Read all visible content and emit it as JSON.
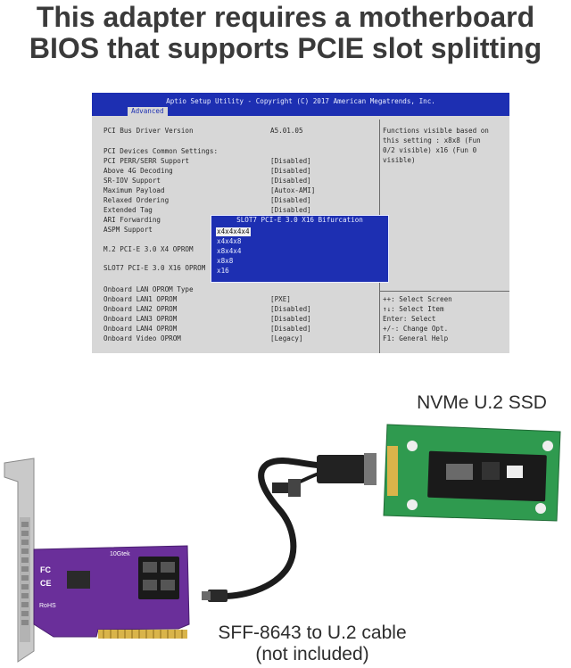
{
  "headline": {
    "line1": "This adapter requires a motherboard",
    "line2": "BIOS that supports PCIE slot splitting"
  },
  "bios": {
    "title": "Aptio Setup Utility - Copyright (C) 2017 American Megatrends, Inc.",
    "tab": "Advanced",
    "rows": [
      {
        "label": "PCI Bus Driver Version",
        "value": "A5.01.05"
      },
      {
        "label": "PCI Devices Common Settings:",
        "value": ""
      },
      {
        "label": "PCI PERR/SERR Support",
        "value": "[Disabled]"
      },
      {
        "label": "Above 4G Decoding",
        "value": "[Disabled]"
      },
      {
        "label": "SR-IOV Support",
        "value": "[Disabled]"
      },
      {
        "label": "Maximum Payload",
        "value": "[Autox-AMI]"
      },
      {
        "label": "Relaxed Ordering",
        "value": "[Disabled]"
      },
      {
        "label": "Extended Tag",
        "value": "[Disabled]"
      },
      {
        "label": "ARI Forwarding",
        "value": ""
      },
      {
        "label": "ASPM Support",
        "value": ""
      },
      {
        "label": "M.2 PCI-E 3.0 X4 OPROM",
        "value": ""
      },
      {
        "label": "SLOT7 PCI-E 3.0 X16 OPROM",
        "value": ""
      },
      {
        "label": "Onboard LAN OPROM Type",
        "value": ""
      },
      {
        "label": "Onboard LAN1 OPROM",
        "value": "[PXE]"
      },
      {
        "label": "Onboard LAN2 OPROM",
        "value": "[Disabled]"
      },
      {
        "label": "Onboard LAN3 OPROM",
        "value": "[Disabled]"
      },
      {
        "label": "Onboard LAN4 OPROM",
        "value": "[Disabled]"
      },
      {
        "label": "Onboard Video OPROM",
        "value": "[Legacy]"
      }
    ],
    "help_top": [
      "Functions visible based on",
      "this setting : x8x8 (Fun",
      "0/2 visible) x16 (Fun 0",
      "visible)"
    ],
    "help_bottom": [
      "++: Select Screen",
      "↑↓: Select Item",
      "Enter: Select",
      "+/-: Change Opt.",
      "F1: General Help"
    ],
    "popup": {
      "title": "SLOT7 PCI-E 3.0 X16 Bifurcation",
      "options": [
        "x4x4x4x4",
        "x4x4x8",
        "x8x4x4",
        "x8x8",
        "x16"
      ]
    }
  },
  "captions": {
    "ssd": "NVMe U.2 SSD",
    "cable_line1": "SFF-8643 to U.2 cable",
    "cable_line2": "(not included)"
  },
  "card": {
    "brand": "10Gtek",
    "marks": [
      "FC",
      "CE",
      "RoHS"
    ]
  },
  "colors": {
    "bios_blue": "#1d2fb2",
    "bios_gray": "#d7d7d7",
    "card_purple": "#6a2f9a",
    "ssd_green": "#2f9a4f"
  }
}
